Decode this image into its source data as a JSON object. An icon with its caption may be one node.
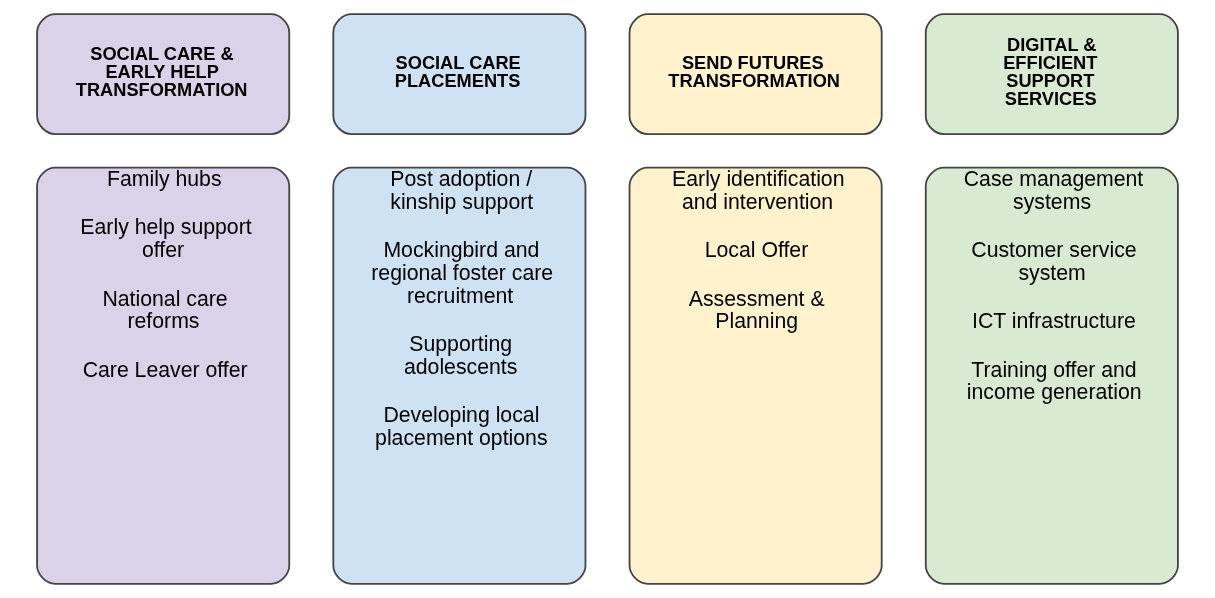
{
  "diagram": {
    "nodes": [
      {
        "text": [
          "SOCIAL CARE & EARLY HELP TRANSFORMATION"
        ]
      },
      {
        "text": [
          "SOCIAL CARE PLACEMENTS"
        ]
      },
      {
        "text": [
          "SEND FUTURES TRANSFORMATION"
        ]
      },
      {
        "text": [
          "DIGITAL & EFFICIENT SUPPORT SERVICES"
        ]
      },
      {
        "text": [
          "Family hubs",
          "Early help support offer",
          "National care reforms",
          "Care Leaver offer"
        ]
      },
      {
        "text": [
          "Post adoption / kinship support",
          "Mockingbird and regional foster care recruitment",
          "Supporting adolescents",
          "Developing local placement options"
        ]
      },
      {
        "text": [
          "Early identification and intervention",
          "Local Offer",
          "Assessment & Planning"
        ]
      },
      {
        "text": [
          "Case management systems",
          "Customer service system",
          "ICT infrastructure",
          "Training offer and income generation"
        ]
      }
    ]
  }
}
